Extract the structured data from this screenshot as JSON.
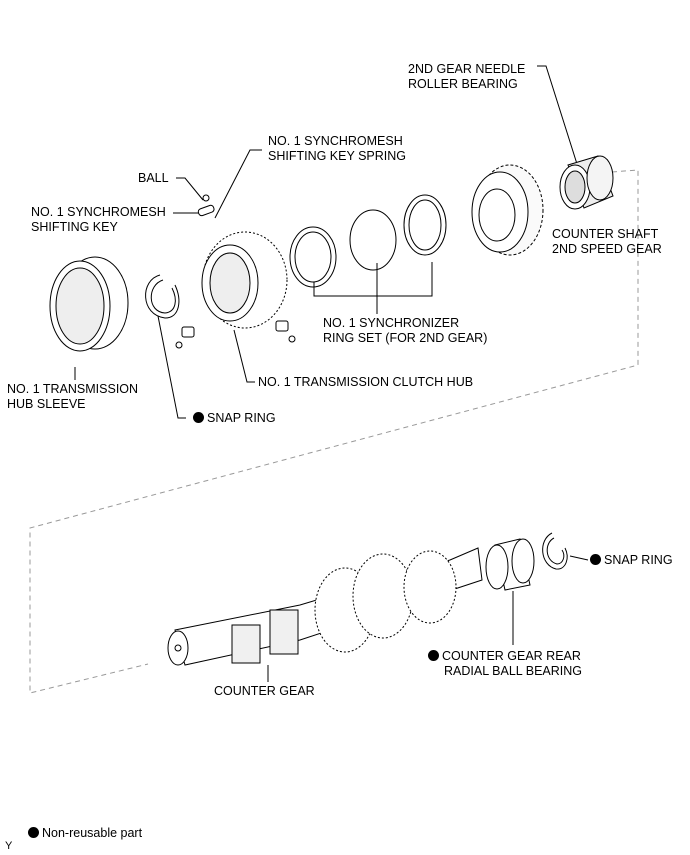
{
  "diagram": {
    "type": "exploded-parts-view",
    "labels": {
      "needle_bearing": [
        "2ND GEAR NEEDLE",
        "ROLLER BEARING"
      ],
      "key_spring": [
        "NO. 1 SYNCHROMESH",
        "SHIFTING KEY SPRING"
      ],
      "ball": "BALL",
      "shifting_key": [
        "NO. 1 SYNCHROMESH",
        "SHIFTING KEY"
      ],
      "counter_2nd_gear": [
        "COUNTER SHAFT",
        "2ND SPEED GEAR"
      ],
      "sync_ring_set": [
        "NO. 1 SYNCHRONIZER",
        "RING SET (FOR 2ND GEAR)"
      ],
      "hub_sleeve": [
        "NO. 1 TRANSMISSION",
        "HUB SLEEVE"
      ],
      "clutch_hub": "NO. 1 TRANSMISSION CLUTCH HUB",
      "snap_ring_upper": "SNAP RING",
      "snap_ring_lower": "SNAP RING",
      "rear_bearing": [
        "COUNTER GEAR REAR",
        "RADIAL BALL BEARING"
      ],
      "counter_gear": "COUNTER GEAR"
    },
    "non_reusable": [
      "snap_ring_upper",
      "snap_ring_lower",
      "rear_bearing"
    ],
    "legend": {
      "symbol": "filled-circle",
      "text": "Non-reusable part"
    },
    "corner_mark": "Y"
  }
}
